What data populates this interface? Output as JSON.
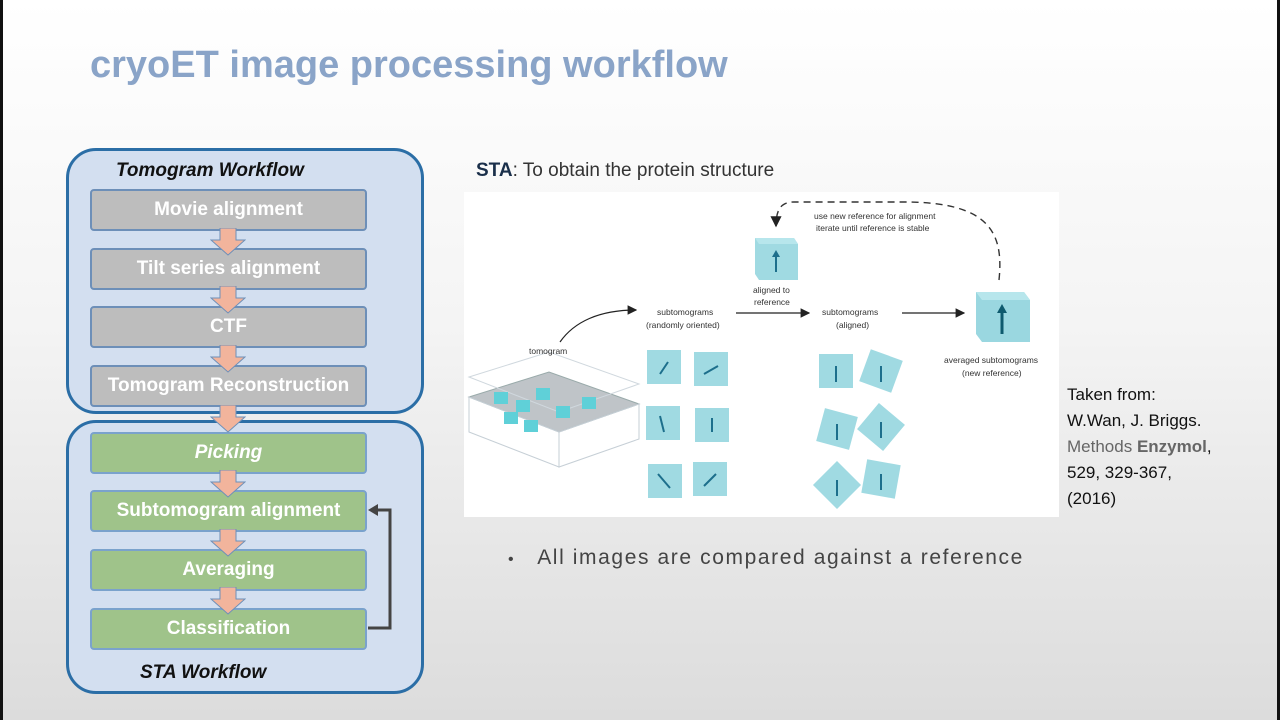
{
  "slide": {
    "title": "cryoET image processing workflow"
  },
  "tomogram_workflow": {
    "label": "Tomogram Workflow",
    "steps": [
      "Movie alignment",
      "Tilt series alignment",
      "CTF",
      "Tomogram Reconstruction"
    ]
  },
  "sta_workflow": {
    "label": "STA Workflow",
    "steps": [
      "Picking",
      "Subtomogram alignment",
      "Averaging",
      "Classification"
    ]
  },
  "sta_heading": {
    "prefix": "STA",
    "text": ": To obtain the protein structure"
  },
  "figure": {
    "loop_text_1": "use new reference for alignment",
    "loop_text_2": "iterate until reference is stable",
    "aligned_1": "aligned to",
    "aligned_2": "reference",
    "tomogram": "tomogram",
    "sub_random_1": "subtomograms",
    "sub_random_2": "(randomly oriented)",
    "sub_aligned_1": "subtomograms",
    "sub_aligned_2": "(aligned)",
    "avg_1": "averaged subtomograms",
    "avg_2": "(new reference)"
  },
  "citation": {
    "line1": "Taken from:",
    "line2": "W.Wan, J. Briggs.",
    "line3_gray": "Methods ",
    "line3_bold": "Enzymol",
    "line3_tail": ",",
    "line4": "529, 329-367,",
    "line5": "(2016)"
  },
  "bullet": {
    "text": "All images are compared against a reference"
  },
  "colors": {
    "title": "#8aa4c8",
    "box_border": "#2b6ea6",
    "box_fill": "#d3dff0",
    "gray_step": "#bdbdbd",
    "green_step": "#9fc38a",
    "arrow": "#f2b49c",
    "cube": "#8fd3dd"
  }
}
